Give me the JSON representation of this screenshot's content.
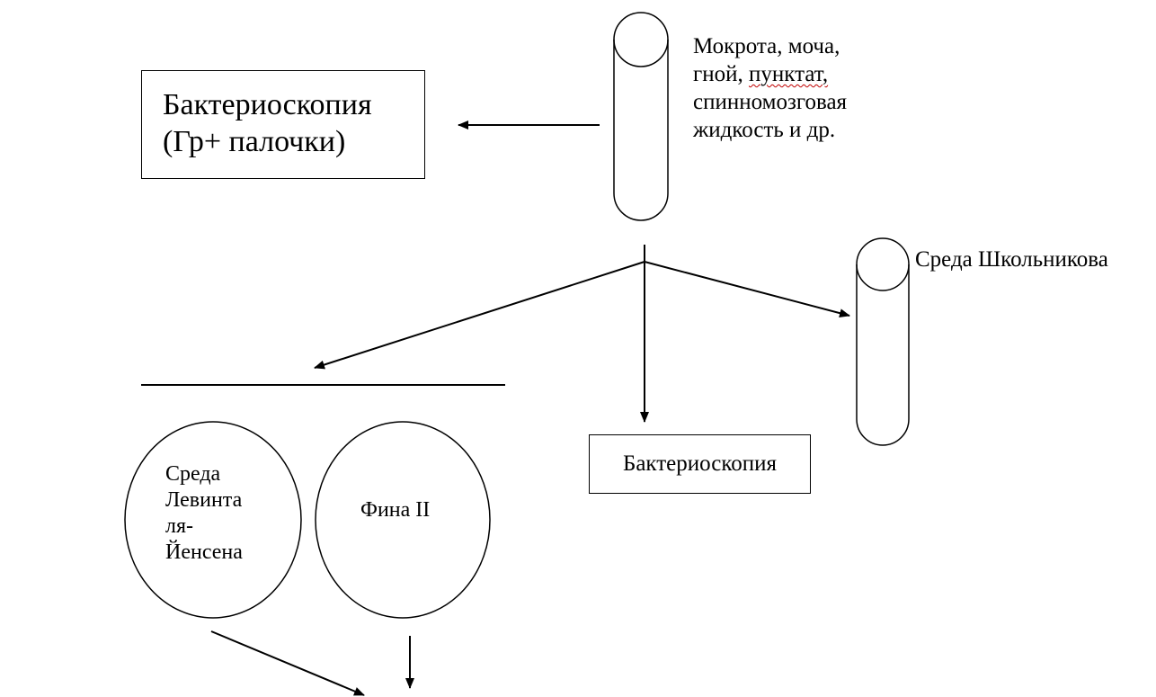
{
  "box_microscopy_main": {
    "line1": "Бактериоскопия",
    "line2": "(Гр+  палочки)"
  },
  "specimen_label": {
    "line1": "Мокрота, моча,",
    "line2_a": "гной, ",
    "line2_b": "пунктат,",
    "line3": "спинномозговая",
    "line4": "жидкость и др."
  },
  "medium_school_label": "Среда Школьникова",
  "box_microscopy_second": "Бактериоскопия",
  "dish_left": {
    "line1": "Среда",
    "line2": "Левинта",
    "line3": "ля-",
    "line4": "Йенсена"
  },
  "dish_right": "Фина II"
}
